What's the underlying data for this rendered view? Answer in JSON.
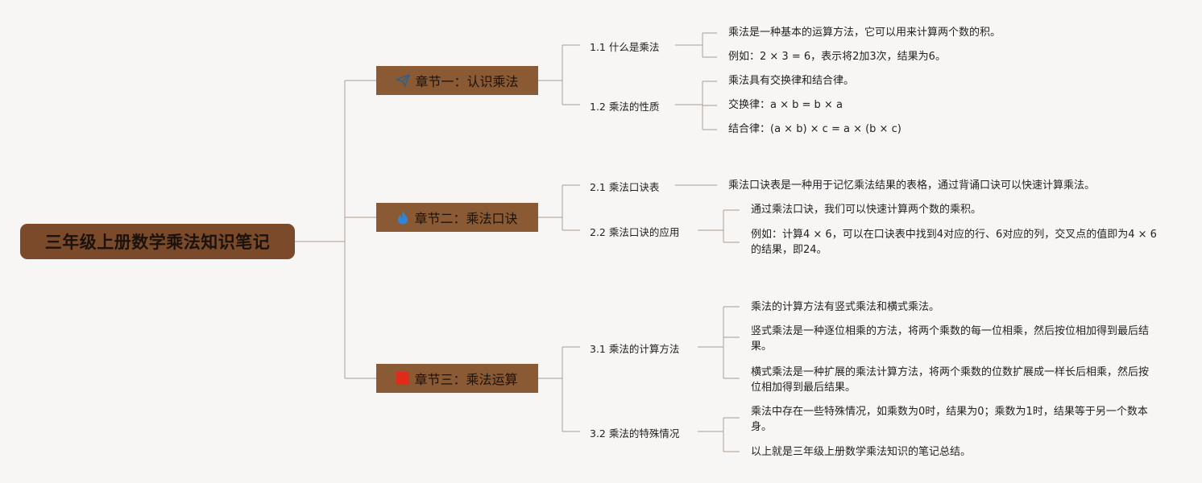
{
  "root": {
    "title": "三年级上册数学乘法知识笔记"
  },
  "chapters": [
    {
      "title": "章节一：认识乘法",
      "icon": "paper-plane-icon",
      "sections": [
        {
          "title": "1.1 什么是乘法",
          "notes": [
            "乘法是一种基本的运算方法，它可以用来计算两个数的积。",
            "例如：2 × 3 = 6，表示将2加3次，结果为6。"
          ]
        },
        {
          "title": "1.2 乘法的性质",
          "notes": [
            "乘法具有交换律和结合律。",
            "交换律：a × b = b × a",
            "结合律：(a × b) × c = a × (b × c)"
          ]
        }
      ]
    },
    {
      "title": "章节二：乘法口诀",
      "icon": "flame-icon",
      "sections": [
        {
          "title": "2.1 乘法口诀表",
          "notes": [
            "乘法口诀表是一种用于记忆乘法结果的表格，通过背诵口诀可以快速计算乘法。"
          ]
        },
        {
          "title": "2.2 乘法口诀的应用",
          "notes": [
            "通过乘法口诀，我们可以快速计算两个数的乘积。",
            "例如：计算4 × 6，可以在口诀表中找到4对应的行、6对应的列，交叉点的值即为4 × 6的结果，即24。"
          ]
        }
      ]
    },
    {
      "title": "章节三：乘法运算",
      "icon": "red-square-icon",
      "sections": [
        {
          "title": "3.1 乘法的计算方法",
          "notes": [
            "乘法的计算方法有竖式乘法和横式乘法。",
            "竖式乘法是一种逐位相乘的方法，将两个乘数的每一位相乘，然后按位相加得到最后结果。",
            "横式乘法是一种扩展的乘法计算方法，将两个乘数的位数扩展成一样长后相乘，然后按位相加得到最后结果。"
          ]
        },
        {
          "title": "3.2 乘法的特殊情况",
          "notes": [
            "乘法中存在一些特殊情况，如乘数为0时，结果为0；乘数为1时，结果等于另一个数本身。",
            "以上就是三年级上册数学乘法知识的笔记总结。"
          ]
        }
      ]
    }
  ],
  "colors": {
    "connector": "#b9aca3",
    "root_bg": "#7a4a2a",
    "chapter_bg": "#8a5a35",
    "flame": "#2f86d6",
    "square": "#e02a1a",
    "plane": "#2f5f8a"
  }
}
